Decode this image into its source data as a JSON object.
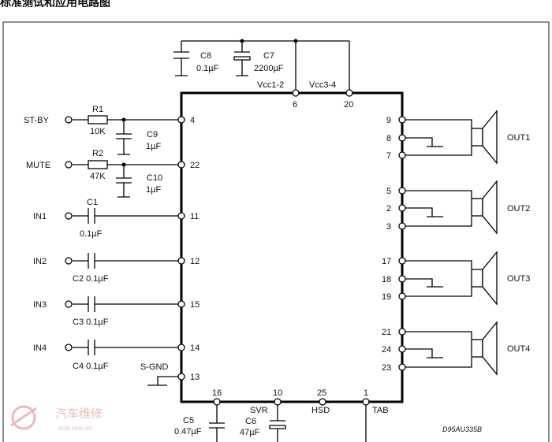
{
  "title": "标准测试和应用电路图",
  "watermark": {
    "main": "汽车维修",
    "sub": "xcar.com.cn"
  },
  "drawing_code": "D95AU335B",
  "components": {
    "C8": {
      "name": "C8",
      "value": "0.1µF"
    },
    "C7": {
      "name": "C7",
      "value": "2200µF"
    },
    "R1": {
      "name": "R1",
      "value": "10K"
    },
    "R2": {
      "name": "R2",
      "value": "47K"
    },
    "C9": {
      "name": "C9",
      "value": "1µF"
    },
    "C10": {
      "name": "C10",
      "value": "1µF"
    },
    "C1": {
      "name": "C1",
      "value": "0.1µF"
    },
    "C2": {
      "label": "C2 0.1µF"
    },
    "C3": {
      "label": "C3 0.1µF"
    },
    "C4": {
      "label": "C4 0.1µF"
    },
    "C5": {
      "name": "C5",
      "value": "0.47µF"
    },
    "C6": {
      "name": "C6",
      "value": "47µF"
    }
  },
  "signals": {
    "stby": "ST-BY",
    "mute": "MUTE",
    "in1": "IN1",
    "in2": "IN2",
    "in3": "IN3",
    "in4": "IN4",
    "sgnd": "S-GND",
    "vcc12": "Vcc1-2",
    "vcc34": "Vcc3-4",
    "svr": "SVR",
    "hsd": "HSD",
    "tab": "TAB",
    "out1": "OUT1",
    "out2": "OUT2",
    "out3": "OUT3",
    "out4": "OUT4"
  },
  "pins": {
    "p6": "6",
    "p20": "20",
    "p4": "4",
    "p22": "22",
    "p11": "11",
    "p12": "12",
    "p15": "15",
    "p14": "14",
    "p13": "13",
    "p16": "16",
    "p10": "10",
    "p25": "25",
    "p1": "1",
    "p9": "9",
    "p8": "8",
    "p7": "7",
    "p5": "5",
    "p2": "2",
    "p3": "3",
    "p17": "17",
    "p18": "18",
    "p19": "19",
    "p21": "21",
    "p24": "24",
    "p23": "23"
  }
}
